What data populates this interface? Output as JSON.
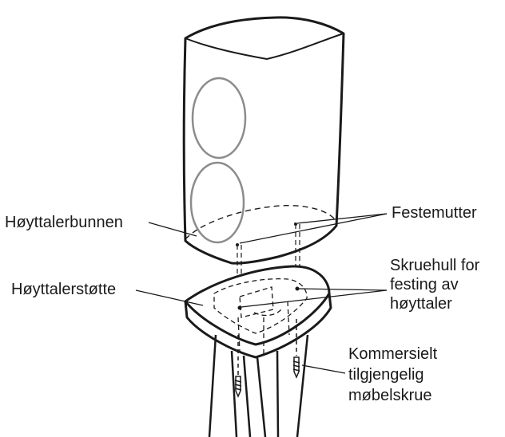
{
  "labels": {
    "speaker_base": "Høyttalerbunnen",
    "fixing_nut": "Festemutter",
    "screw_hole_lines": [
      "Skruehull for",
      "festing av",
      "høyttaler"
    ],
    "speaker_stand": "Høyttalerstøtte",
    "furniture_screw_lines": [
      "Kommersielt",
      "tilgjengelig",
      "møbelskrue"
    ]
  },
  "colors": {
    "line": "#1a1a1a",
    "driver_outline": "#8c8c8c",
    "fill": "#ffffff"
  }
}
